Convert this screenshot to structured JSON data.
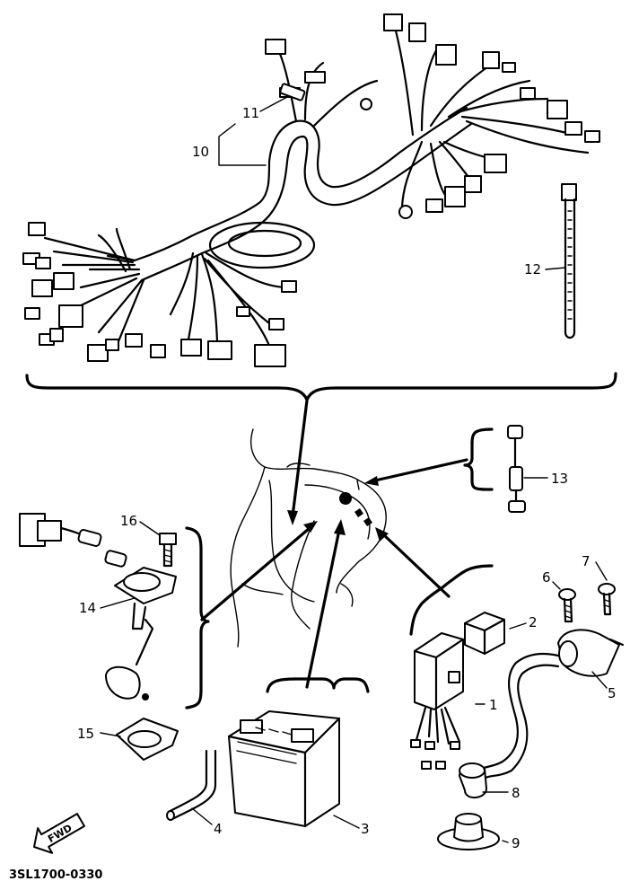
{
  "parts": [
    {
      "key": "p1",
      "label": "1"
    },
    {
      "key": "p2",
      "label": "2"
    },
    {
      "key": "p3",
      "label": "3"
    },
    {
      "key": "p4",
      "label": "4"
    },
    {
      "key": "p5",
      "label": "5"
    },
    {
      "key": "p6",
      "label": "6"
    },
    {
      "key": "p7",
      "label": "7"
    },
    {
      "key": "p8",
      "label": "8"
    },
    {
      "key": "p9",
      "label": "9"
    },
    {
      "key": "p10",
      "label": "10"
    },
    {
      "key": "p11",
      "label": "11"
    },
    {
      "key": "p12",
      "label": "12"
    },
    {
      "key": "p13",
      "label": "13"
    },
    {
      "key": "p14",
      "label": "14"
    },
    {
      "key": "p15",
      "label": "15"
    },
    {
      "key": "p16",
      "label": "16"
    }
  ],
  "fwd_label": "FWD",
  "diagram_code": "3SL1700-0330"
}
